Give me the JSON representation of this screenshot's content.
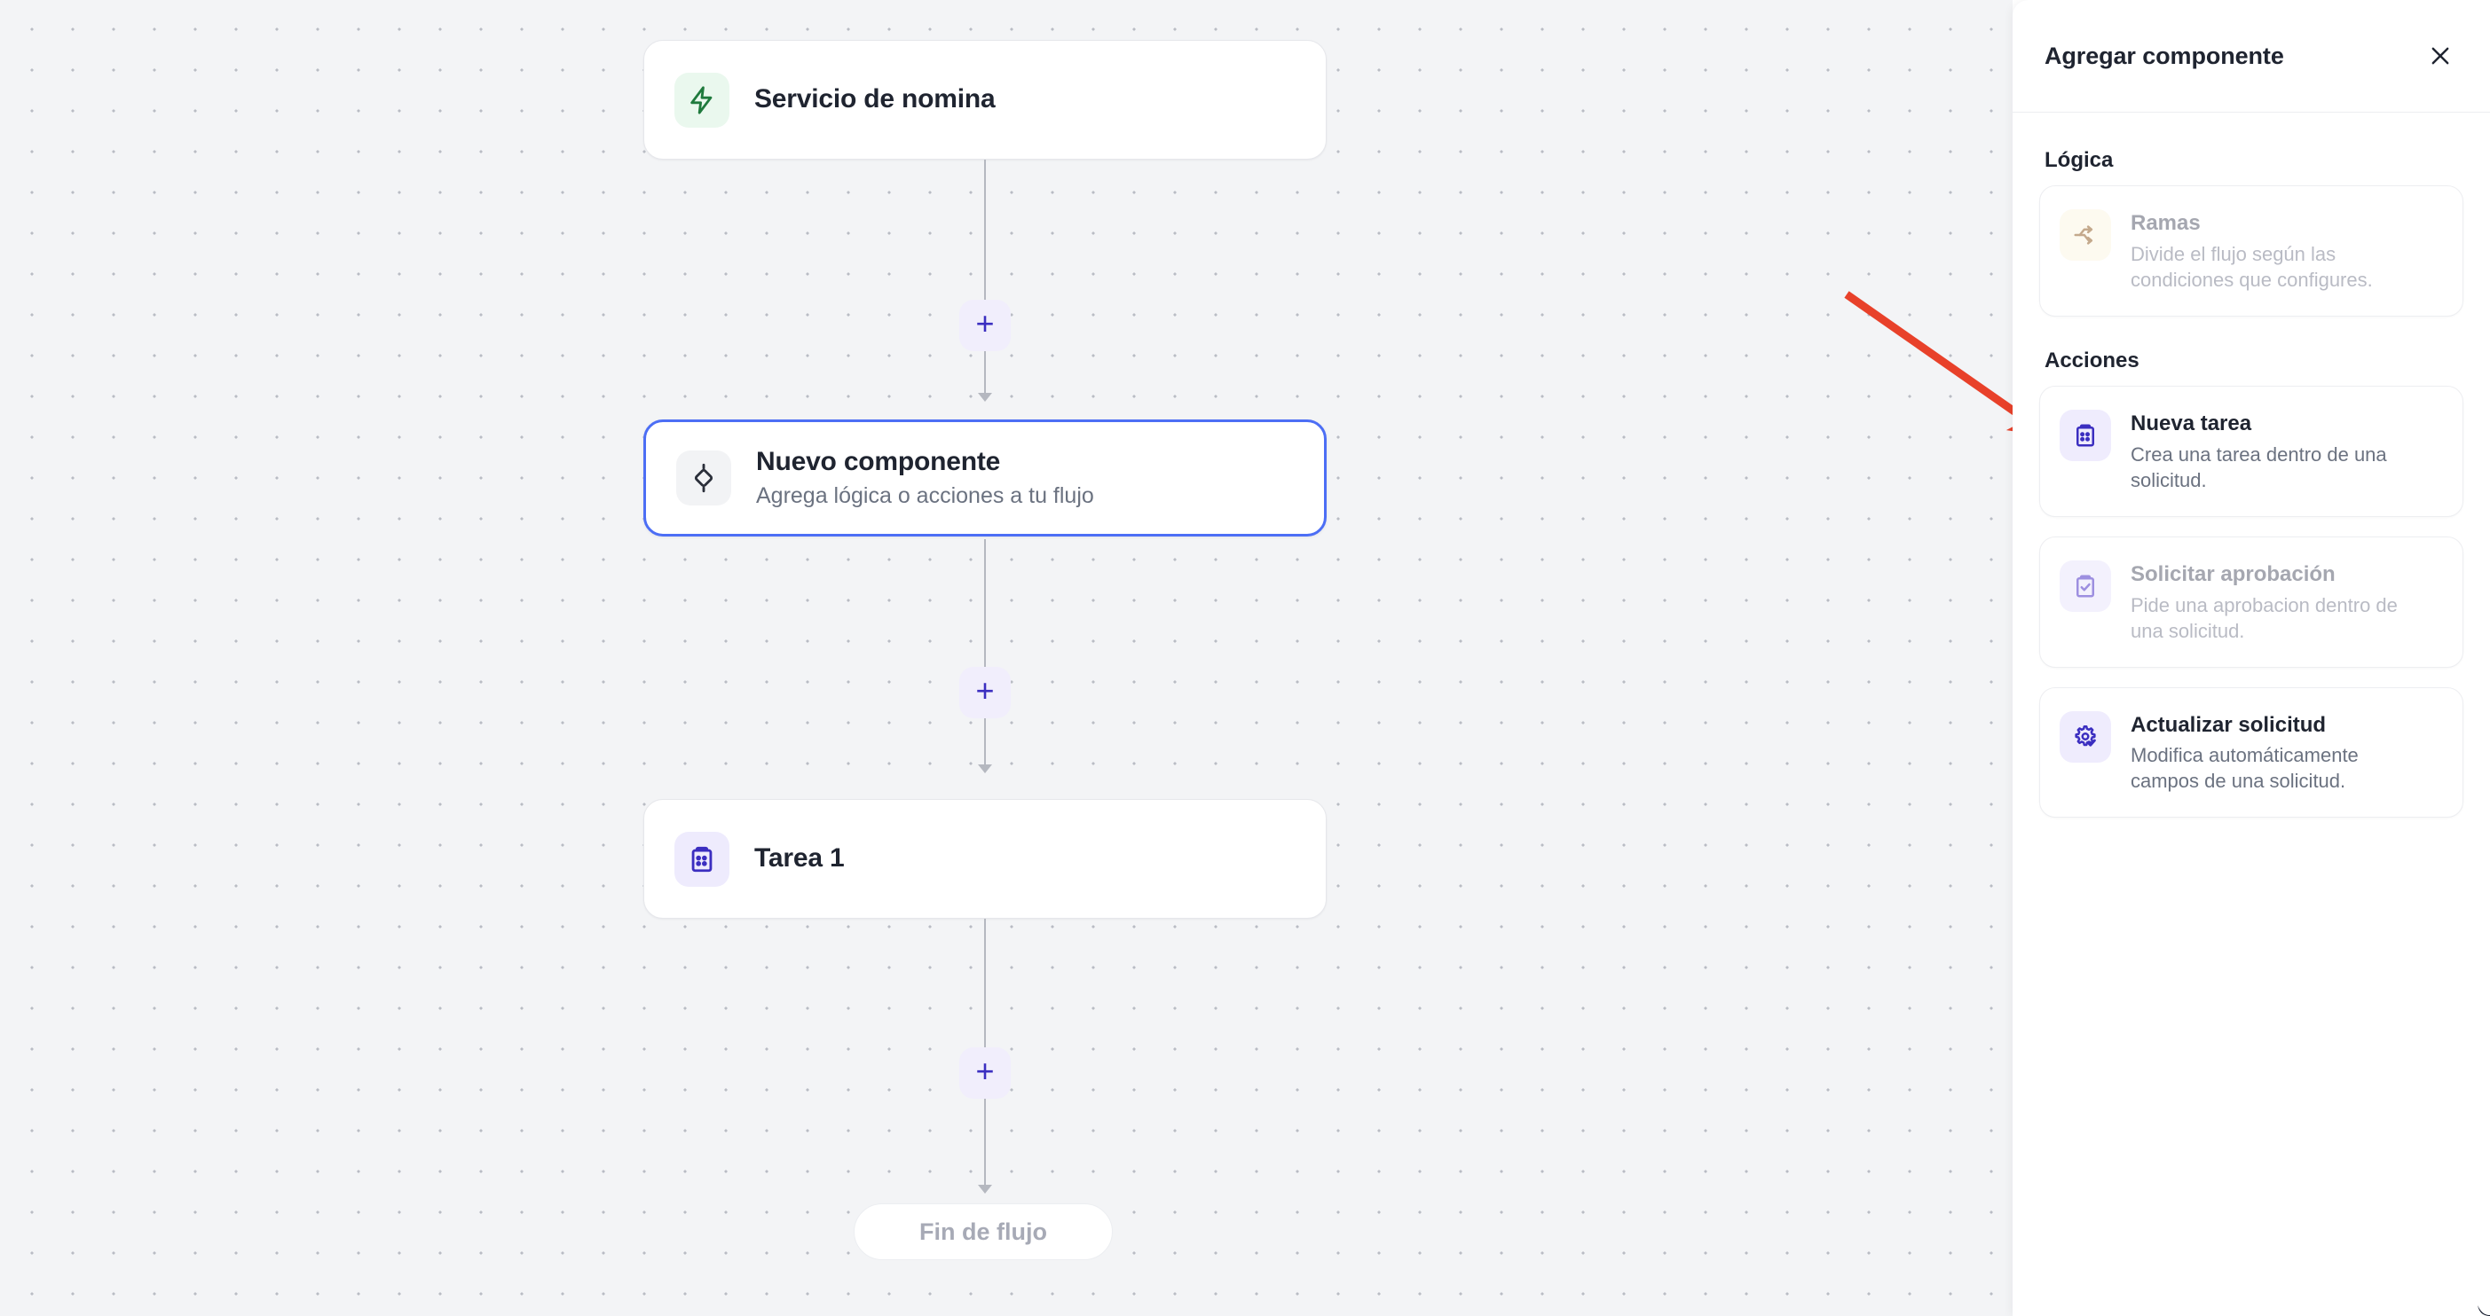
{
  "canvas": {
    "nodes": [
      {
        "id": "trigger",
        "title": "Servicio de nomina",
        "subtitle": "",
        "icon": "lightning-bolt-icon",
        "icon_style": "green",
        "selected": false
      },
      {
        "id": "new-component",
        "title": "Nuevo componente",
        "subtitle": "Agrega lógica o acciones a tu flujo",
        "icon": "diamond-node-icon",
        "icon_style": "grey",
        "selected": true
      },
      {
        "id": "task-1",
        "title": "Tarea 1",
        "subtitle": "",
        "icon": "clipboard-list-icon",
        "icon_style": "purple",
        "selected": false
      }
    ],
    "add_buttons": [
      {
        "id": "add-1",
        "glyph": "+"
      },
      {
        "id": "add-2",
        "glyph": "+"
      },
      {
        "id": "add-3",
        "glyph": "+"
      }
    ],
    "end_node": {
      "label": "Fin de flujo"
    },
    "annotation": {
      "type": "red-arrow",
      "color": "#e8412a"
    }
  },
  "panel": {
    "title": "Agregar componente",
    "close_icon": "close-icon",
    "sections": [
      {
        "id": "logica",
        "label": "Lógica",
        "items": [
          {
            "title": "Ramas",
            "description": "Divide el flujo según las condiciones que configures.",
            "icon": "branch-split-icon",
            "icon_style": "cream",
            "disabled": true
          }
        ]
      },
      {
        "id": "acciones",
        "label": "Acciones",
        "items": [
          {
            "title": "Nueva tarea",
            "description": "Crea una tarea dentro de una solicitud.",
            "icon": "clipboard-list-icon",
            "icon_style": "purple",
            "disabled": false
          },
          {
            "title": "Solicitar aprobación",
            "description": "Pide una aprobacion dentro de una solicitud.",
            "icon": "clipboard-check-icon",
            "icon_style": "purple-pale",
            "disabled": true
          },
          {
            "title": "Actualizar solicitud",
            "description": "Modifica automáticamente campos de una solicitud.",
            "icon": "gear-check-icon",
            "icon_style": "purple",
            "disabled": false
          }
        ]
      }
    ]
  },
  "colors": {
    "canvas_bg": "#f3f4f6",
    "selected_border": "#4c6ef5",
    "accent_purple": "#3b2ec0",
    "trigger_green": "#1f7a3d",
    "annotation_red": "#e8412a",
    "muted_text": "#6b7280"
  }
}
